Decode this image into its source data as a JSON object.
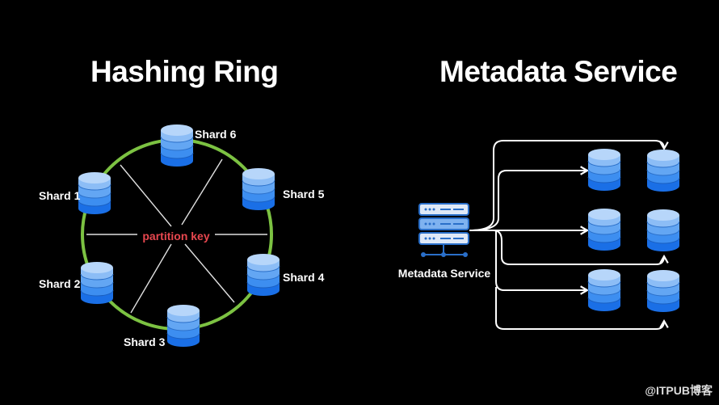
{
  "left_panel": {
    "title": "Hashing Ring",
    "center_label": "partition key",
    "shards": [
      {
        "label": "Shard 1"
      },
      {
        "label": "Shard 2"
      },
      {
        "label": "Shard 3"
      },
      {
        "label": "Shard 4"
      },
      {
        "label": "Shard 5"
      },
      {
        "label": "Shard 6"
      }
    ]
  },
  "right_panel": {
    "title": "Metadata Service",
    "service_label": "Metadata Service",
    "database_count": 6
  },
  "colors": {
    "background": "#000000",
    "ring": "#7cc242",
    "partition_key": "#e8474f",
    "db_top": "#a9cdf7",
    "db_mid": "#5aa0f0",
    "db_bottom": "#1a6fe6",
    "connector": "#ffffff"
  },
  "watermark": "@ITPUB博客"
}
